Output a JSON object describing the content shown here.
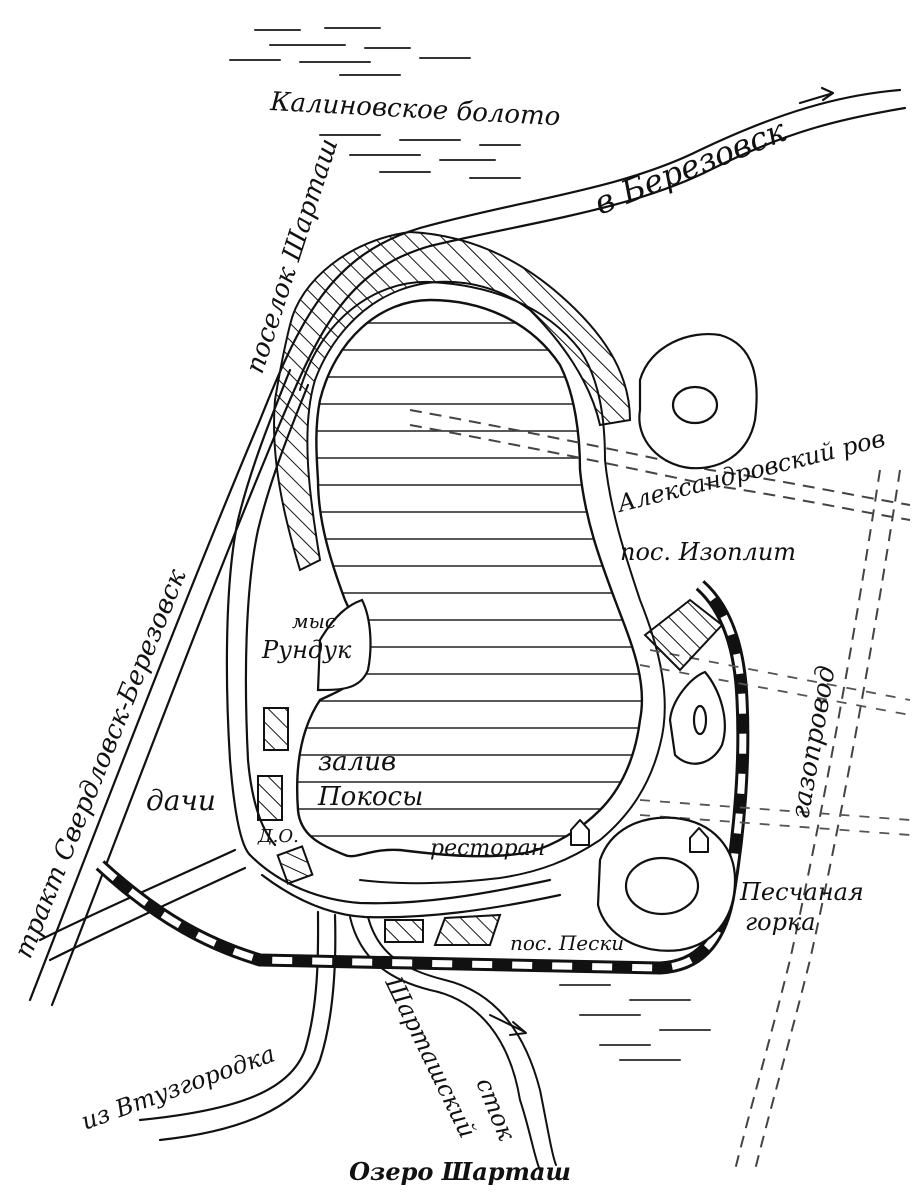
{
  "caption": "Озеро Шарташ",
  "labels": {
    "kalinovskoe": "Калиновское болото",
    "berezovsk": "в Березовск",
    "poselok": "поселок Шарташ",
    "trakt": "тракт Свердловск-Березовск",
    "alexandrovsky": "Александровский ров",
    "izoplit": "пос. Изоплит",
    "gazoprovod": "газопровод",
    "mys": "мыс",
    "rundyk": "Рундук",
    "zaliv": "залив",
    "pokosy": "Покосы",
    "dachi": "дачи",
    "do": "Д.О.",
    "restoran": "ресторан",
    "peschanaya": "Песчаная",
    "gorka": "горка",
    "peski": "пос. Пески",
    "iz_vtuz": "из Втузгородка",
    "shartash_stok1": "Шарташский",
    "shartash_stok2": "сток"
  }
}
